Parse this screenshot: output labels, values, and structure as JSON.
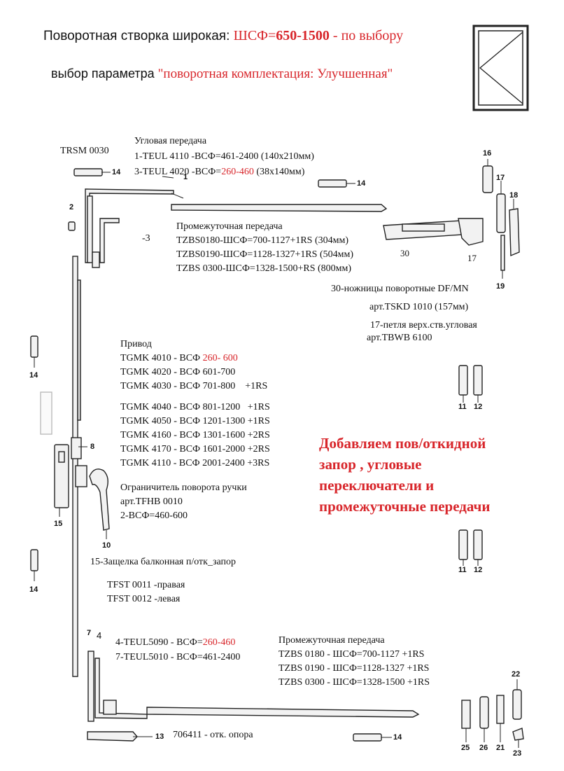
{
  "header": {
    "line1_prefix": "Поворотная створка широкая: ",
    "line1_param": "ШСФ=",
    "line1_range": "650-1500",
    "line1_suffix": " - по выбору",
    "line2_prefix": "выбор параметра  ",
    "line2_value": "\"поворотная комплектация: Улучшенная\""
  },
  "labels": {
    "trsm": "TRSM 0030",
    "angle_title": "Угловая передача",
    "angle_1": "1-TEUL 4110 -ВСФ=461-2400 (140х210мм)",
    "angle_3_a": "3-TEUL 4020 -ВСФ=",
    "angle_3_red": "260-460",
    "angle_3_b": " (38х140мм)",
    "minus3": "-3",
    "mid_title": "Промежуточная передача",
    "mid_1": "TZBS0180-ШСФ=700-1127+1RS (304мм)",
    "mid_2": "TZBS0190-ШСФ=1128-1327+1RS (504мм)",
    "mid_3": "TZBS 0300-ШСФ=1328-1500+RS (800мм)",
    "n30": "30",
    "n17": "17",
    "scissors": "30-ножницы поворотные DF/MN",
    "scissors_art": "арт.TSKD 1010 (157мм)",
    "hinge": "17-петля верх.ств.угловая",
    "hinge_art": "арт.TBWB 6100",
    "drive_title": "Привод",
    "drive_1a": "TGMK 4010 - ВСФ ",
    "drive_1red": "260-  600",
    "drive_2": "TGMK 4020 - ВСФ 601-700",
    "drive_3": "TGMK 4030 - ВСФ 701-800    +1RS",
    "drive_4": "TGMK 4040 - ВСФ 801-1200   +1RS",
    "drive_5": "TGMK 4050 - ВСФ 1201-1300 +1RS",
    "drive_6": "TGMK 4160 - ВСФ 1301-1600 +2RS",
    "drive_7": "TGMK 4170 - ВСФ 1601-2000 +2RS",
    "drive_8": "TGMK 4110 - ВСФ 2001-2400 +3RS",
    "limiter_title": "Ограничитель поворота ручки",
    "limiter_art": "арт.TFHB 0010",
    "limiter_range": "2-ВСФ=460-600",
    "notice": [
      "Добавляем пов/откидной",
      "запор , угловые",
      "переключатели и",
      "промежуточные передачи"
    ],
    "latch_title": "15-Защелка балконная п/отк_запор",
    "latch_right": "TFST 0011 -правая",
    "latch_left": "TFST 0012 -левая",
    "bottom_4a": "4-TEUL5090 - ВСФ=",
    "bottom_4red": "260-460",
    "bottom_7": "7-TEUL5010 - ВСФ=461-2400",
    "mid2_title": "Промежуточная передача",
    "mid2_1": "TZBS 0180 - ШСФ=700-1127 +1RS",
    "mid2_2": "TZBS 0190 - ШСФ=1128-1327 +1RS",
    "mid2_3": "TZBS 0300 - ШСФ=1328-1500 +1RS",
    "support": "706411 - отк. опора"
  },
  "callouts": {
    "c1": "1",
    "c2": "2",
    "c14a": "14",
    "c14b": "14",
    "c14c": "14",
    "c14d": "14",
    "c14e": "14",
    "c16": "16",
    "c17": "17",
    "c18": "18",
    "c19": "19",
    "c8": "8",
    "c15": "15",
    "c10": "10",
    "c11a": "11",
    "c12a": "12",
    "c11b": "11",
    "c12b": "12",
    "c7": "7",
    "c4": "4",
    "c13": "13",
    "c22": "22",
    "c25": "25",
    "c26": "26",
    "c21": "21",
    "c23": "23"
  },
  "colors": {
    "accent_red": "#d8262b",
    "line": "#222222"
  }
}
